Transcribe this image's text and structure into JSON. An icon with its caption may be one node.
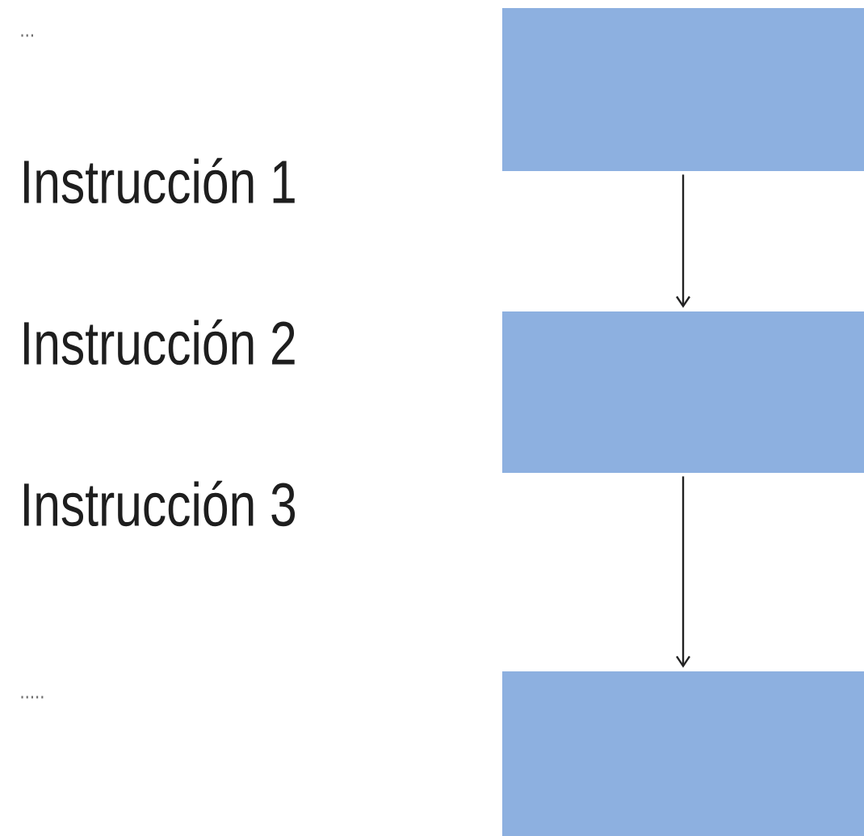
{
  "diagram": {
    "nodes": [
      {
        "text": [],
        "shape": "box"
      },
      {
        "text": [],
        "shape": "box"
      },
      {
        "text": [],
        "shape": "box"
      }
    ],
    "edges": [
      {
        "from": 0,
        "to": 1,
        "arrow": "to"
      },
      {
        "from": 1,
        "to": 2,
        "arrow": "to"
      }
    ],
    "labels": [
      "...",
      "Instrucción 1",
      "Instrucción 2",
      "Instrucción 3",
      "....."
    ]
  }
}
